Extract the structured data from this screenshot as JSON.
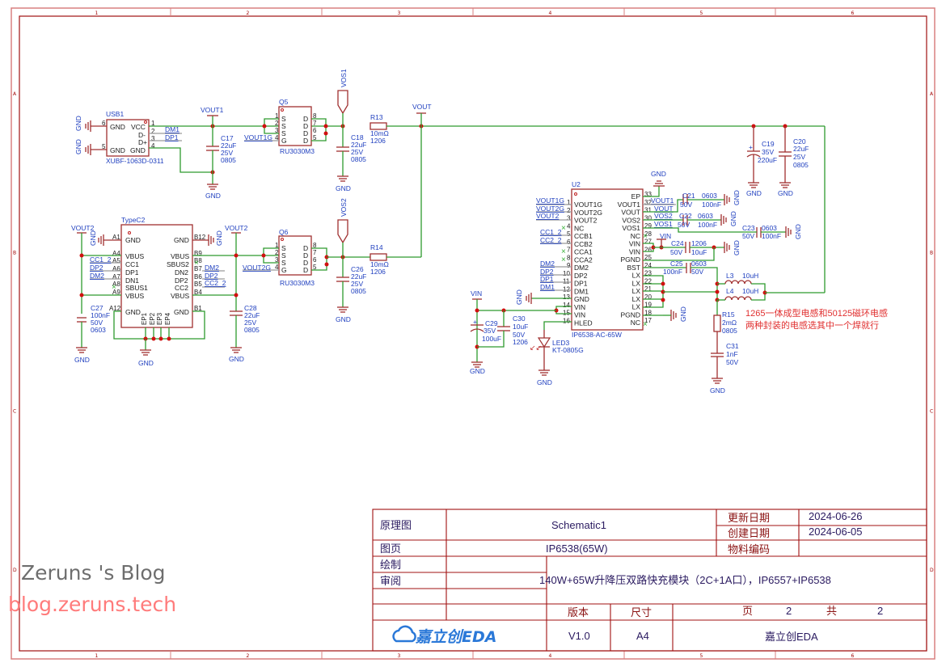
{
  "frame": {
    "columns": [
      "1",
      "2",
      "3",
      "4",
      "5",
      "6"
    ],
    "rows": [
      "A",
      "B",
      "C",
      "D"
    ]
  },
  "title_block": {
    "doc_type": "原理图",
    "schematic_name": "Schematic1",
    "updated_label": "更新日期",
    "updated_date": "2024-06-26",
    "created_label": "创建日期",
    "created_date": "2024-06-05",
    "page_label": "图页",
    "page_name": "IP6538(65W)",
    "material_code_label": "物料编码",
    "material_code": "",
    "drawn_label": "绘制",
    "review_label": "审阅",
    "description": "140W+65W升降压双路快充模块（2C+1A口），IP6557+IP6538",
    "version_label": "版本",
    "size_label": "尺寸",
    "page_text": "页",
    "page_num": "2",
    "total_text": "共",
    "total_num": "2",
    "logo_text": "嘉立创EDA",
    "version": "V1.0",
    "size": "A4",
    "company": "嘉立创EDA"
  },
  "watermark": {
    "line1": "Zeruns 's Blog",
    "line2": "blog.zeruns.tech"
  },
  "note": {
    "line1": "1265一体成型电感和50125磁环电感",
    "line2": "两种封装的电感选其中一个焊就行"
  },
  "components": {
    "usb1": {
      "ref": "USB1",
      "part": "XUBF-1063D-0311",
      "pins_left": [
        {
          "num": "6",
          "name": "GND"
        },
        {
          "num": "5",
          "name": "GND"
        }
      ],
      "pins_right": [
        {
          "num": "1",
          "name": "VCC"
        },
        {
          "num": "2",
          "name": "D-"
        },
        {
          "num": "3",
          "name": "D+"
        },
        {
          "num": "4",
          "name": "GND"
        }
      ]
    },
    "c17": {
      "ref": "C17",
      "value": "22uF",
      "voltage": "25V",
      "package": "0805"
    },
    "q5": {
      "ref": "Q5",
      "part": "RU3030M3",
      "pins_left": [
        {
          "num": "1",
          "name": "S"
        },
        {
          "num": "2",
          "name": "S"
        },
        {
          "num": "3",
          "name": "S"
        },
        {
          "num": "4",
          "name": "G"
        }
      ],
      "pins_right": [
        {
          "num": "8",
          "name": "D"
        },
        {
          "num": "7",
          "name": "D"
        },
        {
          "num": "6",
          "name": "D"
        },
        {
          "num": "5",
          "name": "D"
        }
      ]
    },
    "c18": {
      "ref": "C18",
      "value": "22uF",
      "voltage": "25V",
      "package": "0805"
    },
    "r13": {
      "ref": "R13",
      "value": "10mΩ",
      "package": "1206"
    },
    "typec2": {
      "ref": "TypeC2",
      "pins_left": [
        {
          "num": "A1",
          "name": "GND"
        },
        {
          "num": "A4",
          "name": "VBUS"
        },
        {
          "num": "A5",
          "name": "CC1"
        },
        {
          "num": "A6",
          "name": "DP1"
        },
        {
          "num": "A7",
          "name": "DN1"
        },
        {
          "num": "A8",
          "name": "SBUS1"
        },
        {
          "num": "A9",
          "name": "VBUS"
        },
        {
          "num": "A12",
          "name": "GND"
        }
      ],
      "pins_right": [
        {
          "num": "B12",
          "name": "GND"
        },
        {
          "num": "B9",
          "name": "VBUS"
        },
        {
          "num": "B8",
          "name": "SBUS2"
        },
        {
          "num": "B7",
          "name": "DN2"
        },
        {
          "num": "B6",
          "name": "DP2"
        },
        {
          "num": "B5",
          "name": "CC2"
        },
        {
          "num": "B4",
          "name": "VBUS"
        },
        {
          "num": "B1",
          "name": "GND"
        }
      ],
      "ep": [
        "EP1",
        "EP2",
        "EP3",
        "EP4"
      ]
    },
    "c27": {
      "ref": "C27",
      "value": "100nF",
      "voltage": "50V",
      "package": "0603"
    },
    "c28": {
      "ref": "C28",
      "value": "22uF",
      "voltage": "25V",
      "package": "0805"
    },
    "q6": {
      "ref": "Q6",
      "part": "RU3030M3"
    },
    "c26": {
      "ref": "C26",
      "value": "22uF",
      "voltage": "25V",
      "package": "0805"
    },
    "r14": {
      "ref": "R14",
      "value": "10mΩ",
      "package": "1206"
    },
    "u2": {
      "ref": "U2",
      "part": "IP6538-AC-65W",
      "pins_left": [
        {
          "num": "1",
          "name": "VOUT1G"
        },
        {
          "num": "2",
          "name": "VOUT2G"
        },
        {
          "num": "3",
          "name": "VOUT2"
        },
        {
          "num": "4",
          "name": "NC"
        },
        {
          "num": "5",
          "name": "CCB1"
        },
        {
          "num": "6",
          "name": "CCB2"
        },
        {
          "num": "7",
          "name": "CCA1"
        },
        {
          "num": "8",
          "name": "CCA2"
        },
        {
          "num": "9",
          "name": "DM2"
        },
        {
          "num": "10",
          "name": "DP2"
        },
        {
          "num": "11",
          "name": "DP1"
        },
        {
          "num": "12",
          "name": "DM1"
        },
        {
          "num": "13",
          "name": "GND"
        },
        {
          "num": "14",
          "name": "VIN"
        },
        {
          "num": "15",
          "name": "VIN"
        },
        {
          "num": "16",
          "name": "HLED"
        }
      ],
      "pins_right": [
        {
          "num": "33",
          "name": "EP"
        },
        {
          "num": "32",
          "name": "VOUT1"
        },
        {
          "num": "31",
          "name": "VOUT"
        },
        {
          "num": "30",
          "name": "VOS2"
        },
        {
          "num": "29",
          "name": "VOS1"
        },
        {
          "num": "28",
          "name": "NC"
        },
        {
          "num": "27",
          "name": "VIN"
        },
        {
          "num": "26",
          "name": "VIN"
        },
        {
          "num": "25",
          "name": "PGND"
        },
        {
          "num": "24",
          "name": "BST"
        },
        {
          "num": "23",
          "name": "LX"
        },
        {
          "num": "22",
          "name": "LX"
        },
        {
          "num": "21",
          "name": "LX"
        },
        {
          "num": "20",
          "name": "LX"
        },
        {
          "num": "19",
          "name": "LX"
        },
        {
          "num": "18",
          "name": "PGND"
        },
        {
          "num": "17",
          "name": "NC"
        }
      ]
    },
    "c21": {
      "ref": "C21",
      "value": "100nF",
      "voltage": "50V",
      "package": "0603"
    },
    "c22": {
      "ref": "C22",
      "value": "100nF",
      "voltage": "50V",
      "package": "0603"
    },
    "c23": {
      "ref": "C23",
      "value": "100nF",
      "voltage": "50V",
      "package": "0603"
    },
    "c24": {
      "ref": "C24",
      "value": "10uF",
      "voltage": "50V",
      "package": "1206"
    },
    "c25": {
      "ref": "C25",
      "value": "100nF",
      "voltage": "50V",
      "package": "0603"
    },
    "c19": {
      "ref": "C19",
      "voltage": "35V",
      "value": "220uF"
    },
    "c20": {
      "ref": "C20",
      "value": "22uF",
      "voltage": "25V",
      "package": "0805"
    },
    "l3": {
      "ref": "L3",
      "value": "10uH"
    },
    "l4": {
      "ref": "L4",
      "value": "10uH"
    },
    "r15": {
      "ref": "R15",
      "value": "2mΩ",
      "package": "0805"
    },
    "c31": {
      "ref": "C31",
      "value": "1nF",
      "voltage": "50V"
    },
    "c29": {
      "ref": "C29",
      "voltage": "35V",
      "value": "100uF"
    },
    "c30": {
      "ref": "C30",
      "value": "10uF",
      "voltage": "50V",
      "package": "1206"
    },
    "led3": {
      "ref": "LED3",
      "part": "KT-0805G"
    }
  },
  "nets": {
    "vout1": "VOUT1",
    "vout": "VOUT",
    "vout2": "VOUT2",
    "vos1": "VOS1",
    "vos2": "VOS2",
    "vout1g": "VOUT1G",
    "vout2g": "VOUT2G",
    "vin": "VIN",
    "gnd": "GND",
    "dm1": "DM1",
    "dp1": "DP1",
    "dm2": "DM2",
    "dp2": "DP2",
    "cc1_2": "CC1_2",
    "cc2_2": "CC2_2"
  }
}
